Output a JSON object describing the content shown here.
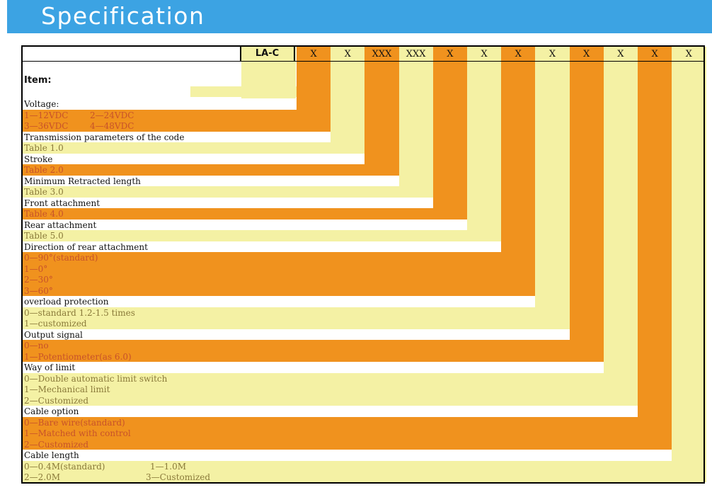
{
  "header": {
    "title": "Specification"
  },
  "table": {
    "model": "LA-C",
    "item_label": "Item:",
    "codes": [
      {
        "code": "X",
        "color": "#f0921e"
      },
      {
        "code": "X",
        "color": "#f4f1a4"
      },
      {
        "code": "XXX",
        "color": "#f0921e"
      },
      {
        "code": "XXX",
        "color": "#f4f1a4"
      },
      {
        "code": "X",
        "color": "#f0921e"
      },
      {
        "code": "X",
        "color": "#f4f1a4"
      },
      {
        "code": "X",
        "color": "#f0921e"
      },
      {
        "code": "X",
        "color": "#f4f1a4"
      },
      {
        "code": "X",
        "color": "#f0921e"
      },
      {
        "code": "X",
        "color": "#f4f1a4"
      },
      {
        "code": "X",
        "color": "#f0921e"
      },
      {
        "code": "X",
        "color": "#f4f1a4"
      }
    ],
    "groups": [
      {
        "title": "Voltage:",
        "options": [
          [
            "1—12VDC",
            "2—24VDC"
          ],
          [
            "3—36VDC",
            "4—48VDC"
          ]
        ]
      },
      {
        "title": "Transmission parameters of the code",
        "options": [
          [
            "Table 1.0"
          ]
        ]
      },
      {
        "title": "Stroke",
        "options": [
          [
            "Table 2.0"
          ]
        ]
      },
      {
        "title": "Minimum Retracted length",
        "options": [
          [
            "Table 3.0"
          ]
        ]
      },
      {
        "title": "Front attachment",
        "options": [
          [
            "Table 4.0"
          ]
        ]
      },
      {
        "title": "Rear attachment",
        "options": [
          [
            "Table 5.0"
          ]
        ]
      },
      {
        "title": "Direction of rear attachment",
        "options": [
          [
            "0—90°(standard)"
          ],
          [
            "1—0°"
          ],
          [
            "2—30°"
          ],
          [
            "3—60°"
          ]
        ]
      },
      {
        "title": "overload protection",
        "options": [
          [
            "0—standard 1.2-1.5 times"
          ],
          [
            "1—customized"
          ]
        ]
      },
      {
        "title": "Output signal",
        "options": [
          [
            "0—no"
          ],
          [
            "1—Potentiometer(as 6.0)"
          ]
        ]
      },
      {
        "title": "Way of limit",
        "options": [
          [
            "0—Double automatic limit switch"
          ],
          [
            "1—Mechanical limit"
          ],
          [
            "2—Customized"
          ]
        ]
      },
      {
        "title": "Cable option",
        "options": [
          [
            "0—Bare wire(standard)"
          ],
          [
            "1—Matched with control"
          ],
          [
            "2—Customized"
          ]
        ]
      },
      {
        "title": "Cable length",
        "options": [
          [
            "0—0.4M(standard)",
            "1—1.0M"
          ],
          [
            "2—2.0M",
            "3—Customized"
          ]
        ]
      }
    ],
    "colors": {
      "orange": "#f0921e",
      "yellow": "#f4f1a4",
      "orange_text": "#c8522a",
      "yellow_text": "#8a7a3a",
      "title_text": "#111111"
    }
  }
}
